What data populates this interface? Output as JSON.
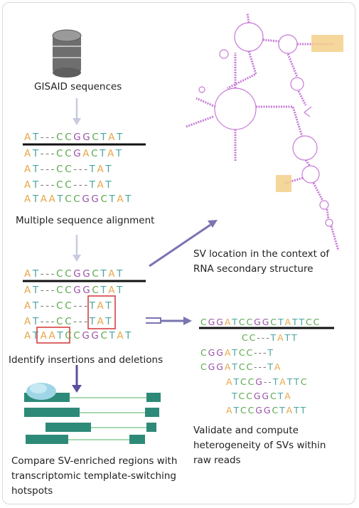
{
  "labels": {
    "gisaid": "GISAID sequences",
    "msa": "Multiple sequence alignment",
    "indels": "Identify insertions and deletions",
    "sv_location": [
      "SV location in the context of",
      "RNA secondary structure"
    ],
    "validate": [
      "Validate and compute",
      "heterogeneity of SVs within",
      "raw reads"
    ],
    "compare": [
      "Compare SV-enriched regions with",
      "transcriptomic template-switching",
      "hotspots"
    ]
  },
  "alignment1": [
    "AT---CCGGCTAT",
    "AT---CCGACTAT",
    "AT---CC---TAT",
    "AT---CC---TAT",
    "ATAATCCGGCTAT"
  ],
  "alignment2": [
    "AT---CCGGCTAT",
    "AT---CCGGCTAT",
    "AT---CC---TAT",
    "AT---CC---TAT",
    "ATAATCCGGCTAT"
  ],
  "reads": [
    "CGGATCCGGCTATTCC",
    "CC---TATT",
    "CGGATCC---T",
    "CGGATCC---TA",
    "ATCCG--TATTC",
    "TCCGGCTA",
    "ATCCGGCTATT"
  ],
  "colors": {
    "A": "#e6a84a",
    "T": "#4aa6a0",
    "C": "#58a84a",
    "G": "#9a52a8",
    "rna": "#c77ad8",
    "highlight": "#f3cf8a",
    "arrow": "#7a74b0",
    "box": "#d44040",
    "track": "#2e8a78"
  },
  "icons": [
    "database-icon",
    "rna-structure-icon",
    "ribosome-icon"
  ]
}
